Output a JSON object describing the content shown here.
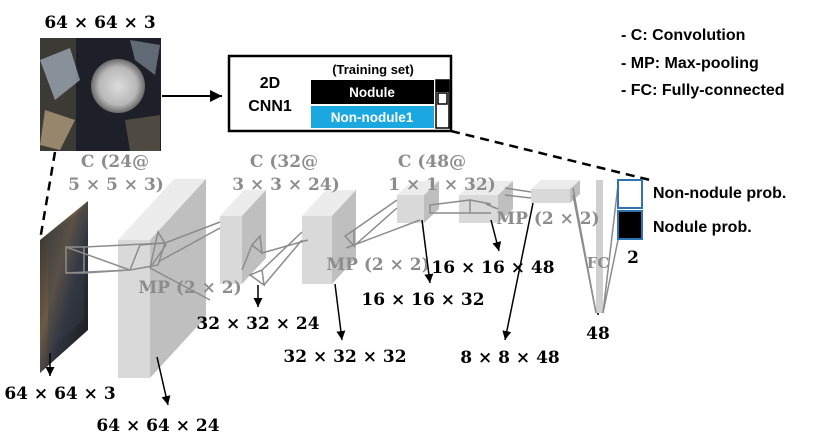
{
  "input_patch_label": "64 × 64 × 3",
  "legend": [
    "- C: Convolution",
    "- MP: Max-pooling",
    "- FC: Fully-connected"
  ],
  "cnn_box": {
    "name_line1": "2D",
    "name_line2": "CNN1",
    "header": "(Training set)",
    "class_nodule": "Nodule",
    "class_non_nodule": "Non-nodule1"
  },
  "conv_labels": [
    {
      "line1": "C (24@",
      "line2": "5 × 5 × 3)"
    },
    {
      "line1": "C (32@",
      "line2": "3 × 3 × 24)"
    },
    {
      "line1": "C (48@",
      "line2": "1 × 1 × 32)"
    }
  ],
  "pool_labels": [
    "MP (2 × 2)",
    "MP (2 × 2)",
    "MP (2 × 2)"
  ],
  "fc_label": "FC",
  "dims": {
    "input": "64 × 64 × 3",
    "conv1": "64 × 64 × 24",
    "pool1": "32 × 32 × 24",
    "conv2": "32 × 32 × 32",
    "pool2": "16 × 16 × 32",
    "conv3": "16 × 16 × 48",
    "pool3": "8 × 8 × 48",
    "fc": "48",
    "out": "2"
  },
  "outputs": {
    "non_nodule": "Non-nodule prob.",
    "nodule": "Nodule prob."
  },
  "colors": {
    "nodule_fill": "#000000",
    "non_nodule_fill": "#1ba8e0",
    "layer_front": "#d9d9d9",
    "layer_side": "#bfbfbf",
    "layer_top": "#ececec",
    "label_gray": "#8c8c8c"
  }
}
